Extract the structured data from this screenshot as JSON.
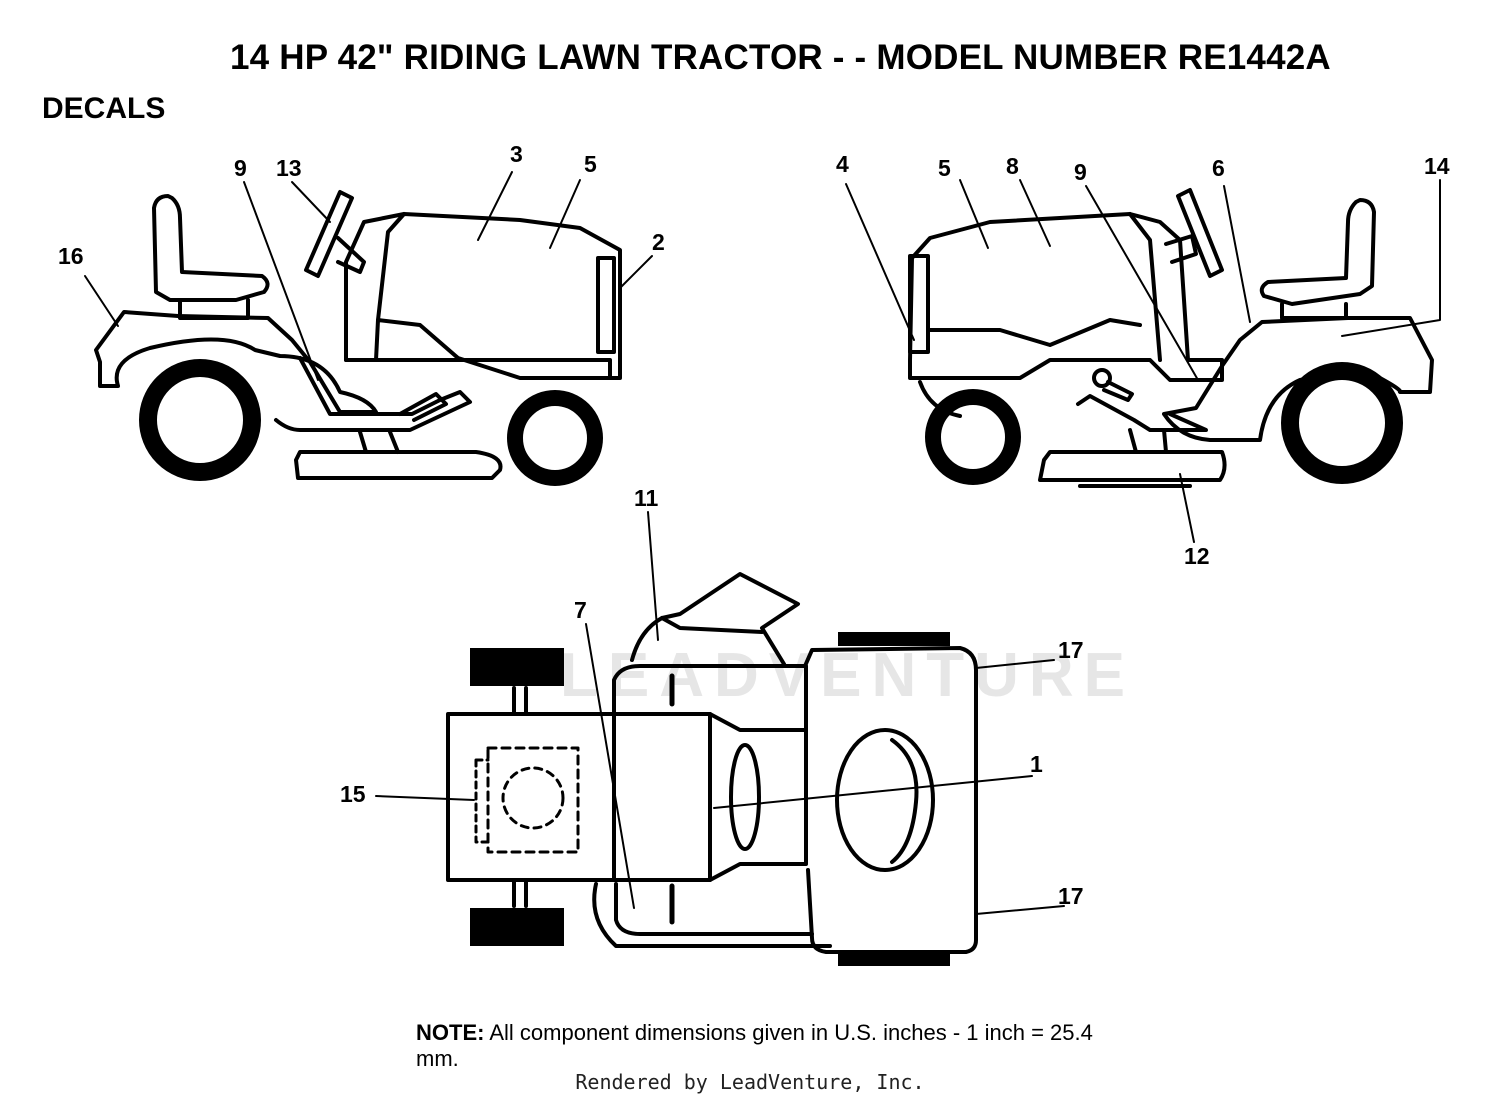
{
  "title": "14 HP 42\" RIDING LAWN TRACTOR - - MODEL NUMBER RE1442A",
  "section": "DECALS",
  "callouts": {
    "c1": "1",
    "c2": "2",
    "c3": "3",
    "c4": "4",
    "c5a": "5",
    "c5b": "5",
    "c6": "6",
    "c7": "7",
    "c8": "8",
    "c9a": "9",
    "c9b": "9",
    "c11": "11",
    "c12": "12",
    "c13": "13",
    "c14": "14",
    "c15": "15",
    "c16": "16",
    "c17a": "17",
    "c17b": "17"
  },
  "note": {
    "label": "NOTE:",
    "text": " All component dimensions given in U.S. inches - 1 inch = 25.4 mm."
  },
  "watermark": "LEADVENTURE",
  "footer": "Rendered by LeadVenture, Inc."
}
